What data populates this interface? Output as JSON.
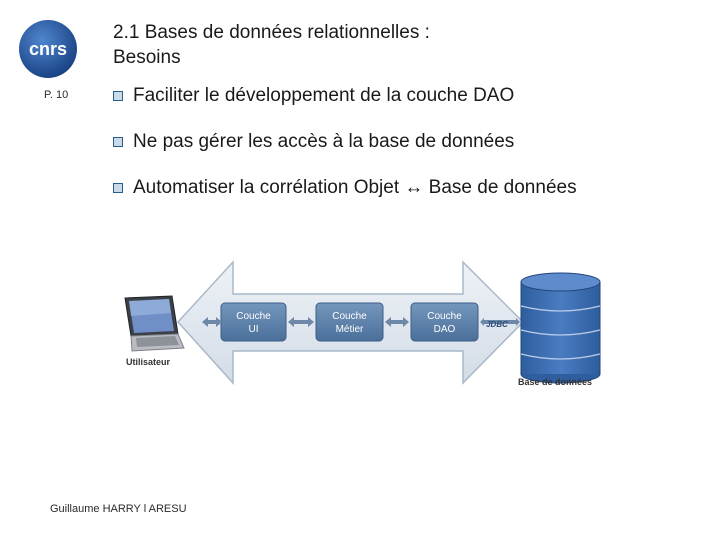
{
  "logo": {
    "text": "cnrs",
    "colors": {
      "circle": "#2058a6",
      "text": "#ffffff"
    }
  },
  "page_number": "P. 10",
  "title": {
    "line1": "2.1  Bases de données relationnelles :",
    "line2": "Besoins"
  },
  "bullets": [
    "Faciliter le développement de la couche DAO",
    "Ne pas gérer les accès à la base de données",
    "Automatiser la corrélation Objet ↔ Base de données"
  ],
  "diagram": {
    "user_label": "Utilisateur",
    "layers": [
      {
        "line1": "Couche",
        "line2": "UI"
      },
      {
        "line1": "Couche",
        "line2": "Métier"
      },
      {
        "line1": "Couche",
        "line2": "DAO"
      }
    ],
    "connector_label": "JDBC",
    "database_label": "Base de données",
    "colors": {
      "arrow": "#dfe6ee",
      "arrow_border": "#a9b8c7",
      "layer": "#5b7fa6",
      "db": "#3f6fb5"
    }
  },
  "footer": "Guillaume HARRY l ARESU"
}
